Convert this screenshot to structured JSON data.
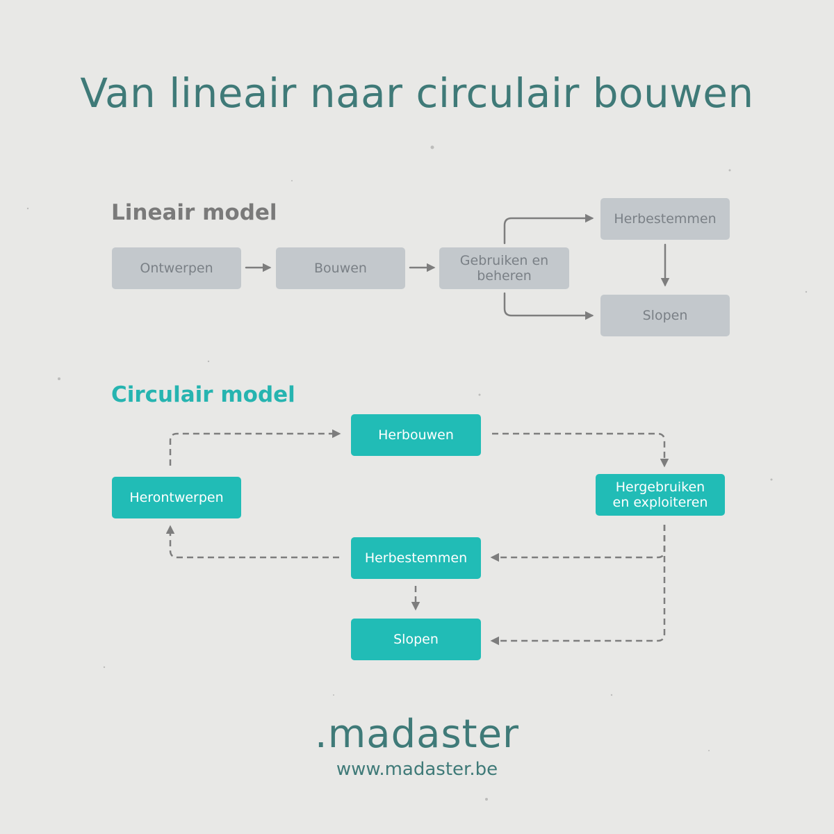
{
  "title": "Van lineair naar circulair bouwen",
  "colors": {
    "background": "#e8e8e6",
    "title": "#3f7a78",
    "linear_box": "#c3c8cc",
    "linear_text": "#7a8086",
    "circular_box": "#21bcb6",
    "circular_label": "#26b4b0",
    "arrow": "#7d7d7d"
  },
  "linear": {
    "label": "Lineair model",
    "nodes": {
      "ontwerpen": "Ontwerpen",
      "bouwen": "Bouwen",
      "gebruiken_line1": "Gebruiken en",
      "gebruiken_line2": "beheren",
      "herbestemmen": "Herbestemmen",
      "slopen": "Slopen"
    }
  },
  "circular": {
    "label": "Circulair model",
    "nodes": {
      "herbouwen": "Herbouwen",
      "herontwerpen": "Herontwerpen",
      "hergebruiken_line1": "Hergebruiken",
      "hergebruiken_line2": "en exploiteren",
      "herbestemmen": "Herbestemmen",
      "slopen": "Slopen"
    }
  },
  "footer": {
    "logo": ".madaster",
    "url": "www.madaster.be"
  }
}
